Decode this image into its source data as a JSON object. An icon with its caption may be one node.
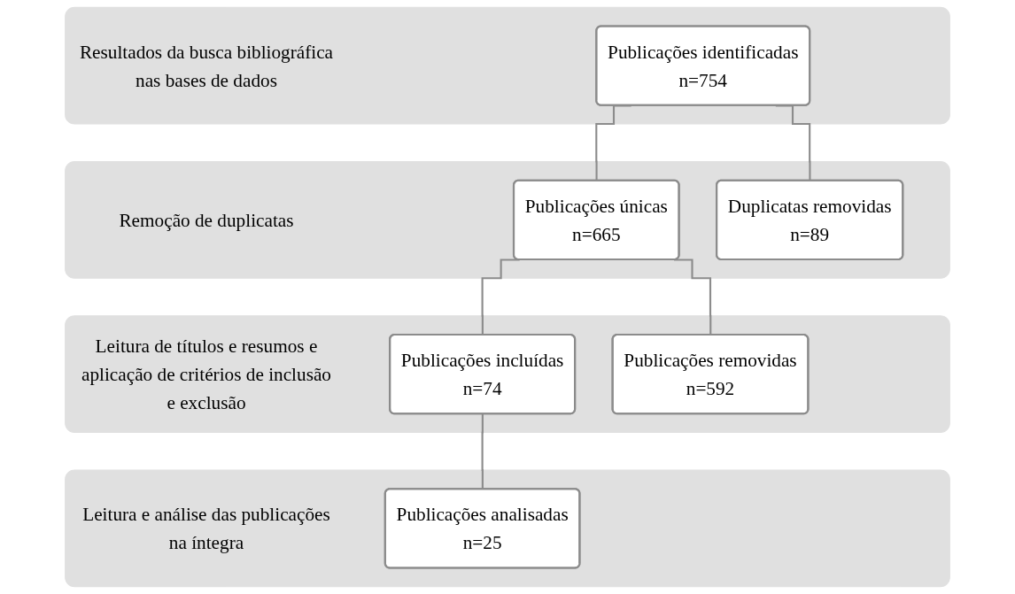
{
  "diagram": {
    "nodes": [
      {
        "text": [
          "Resultados da busca bibliográfica nas bases de dados"
        ]
      },
      {
        "text": [
          "Publicações identificadas",
          "n=754"
        ],
        "in": 0
      },
      {
        "text": [
          "Remoção de duplicatas"
        ]
      },
      {
        "text": [
          "Publicações únicas",
          "n=665"
        ],
        "in": 2
      },
      {
        "text": [
          "Duplicatas removidas",
          "n=89"
        ],
        "in": 2
      },
      {
        "text": [
          "Leitura de títulos e resumos e aplicação de critérios de inclusão e exclusão"
        ]
      },
      {
        "text": [
          "Publicações incluídas",
          "n=74"
        ],
        "in": 5
      },
      {
        "text": [
          "Publicações removidas",
          "n=592"
        ],
        "in": 5
      },
      {
        "text": [
          "Leitura e análise das publicações na íntegra"
        ]
      },
      {
        "text": [
          "Publicações analisadas",
          "n=25"
        ],
        "in": 8
      }
    ],
    "edges": [
      {
        "from": 1,
        "to": 3,
        "arrow": "none"
      },
      {
        "from": 1,
        "to": 4,
        "arrow": "none"
      },
      {
        "from": 3,
        "to": 6,
        "arrow": "none"
      },
      {
        "from": 3,
        "to": 7,
        "arrow": "none"
      },
      {
        "from": 6,
        "to": 9,
        "arrow": "none"
      }
    ]
  }
}
